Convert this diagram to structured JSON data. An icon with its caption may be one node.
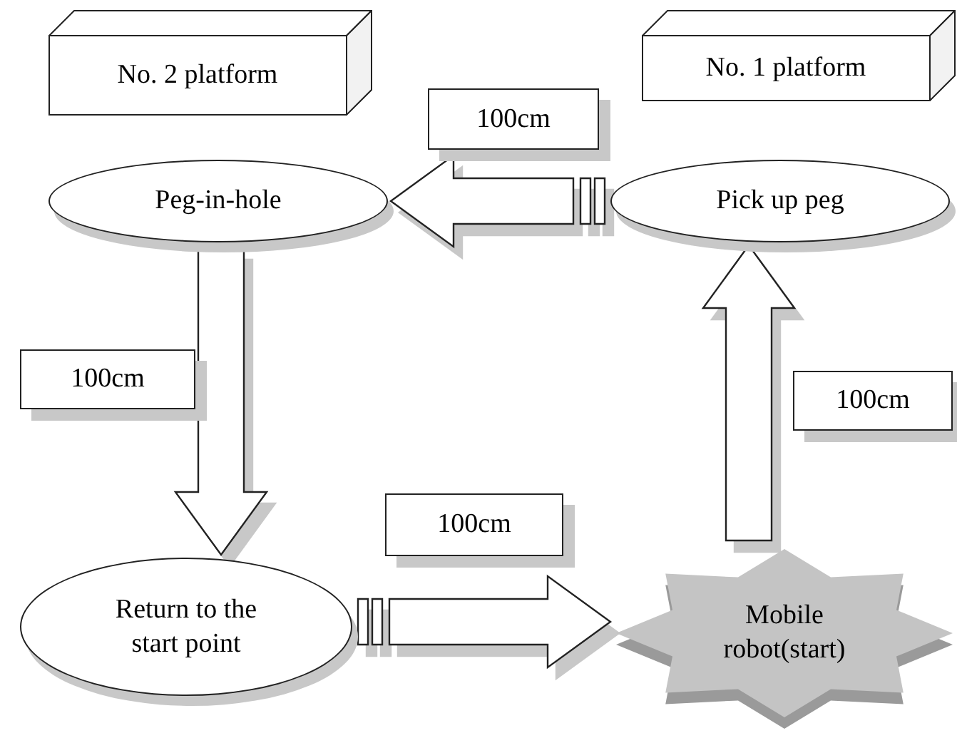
{
  "diagram": {
    "nodes": [
      {
        "text": [
          "No. 2 platform"
        ]
      },
      {
        "text": [
          "No. 1 platform"
        ]
      },
      {
        "text": [
          "100cm"
        ]
      },
      {
        "text": [
          "Peg-in-hole"
        ]
      },
      {
        "text": [
          "Pick up peg"
        ]
      },
      {
        "text": [
          "100cm"
        ]
      },
      {
        "text": [
          "100cm"
        ]
      },
      {
        "text": [
          "100cm"
        ]
      },
      {
        "text": [
          "Return to the start point"
        ]
      },
      {
        "text": [
          "Mobile robot(start)"
        ]
      }
    ],
    "edges": [
      {
        "from": 4,
        "to": 3,
        "arrow": "to"
      },
      {
        "from": 3,
        "to": 8,
        "arrow": "to"
      },
      {
        "from": 8,
        "to": 9,
        "arrow": "to"
      },
      {
        "from": 9,
        "to": 4,
        "arrow": "to"
      }
    ]
  }
}
